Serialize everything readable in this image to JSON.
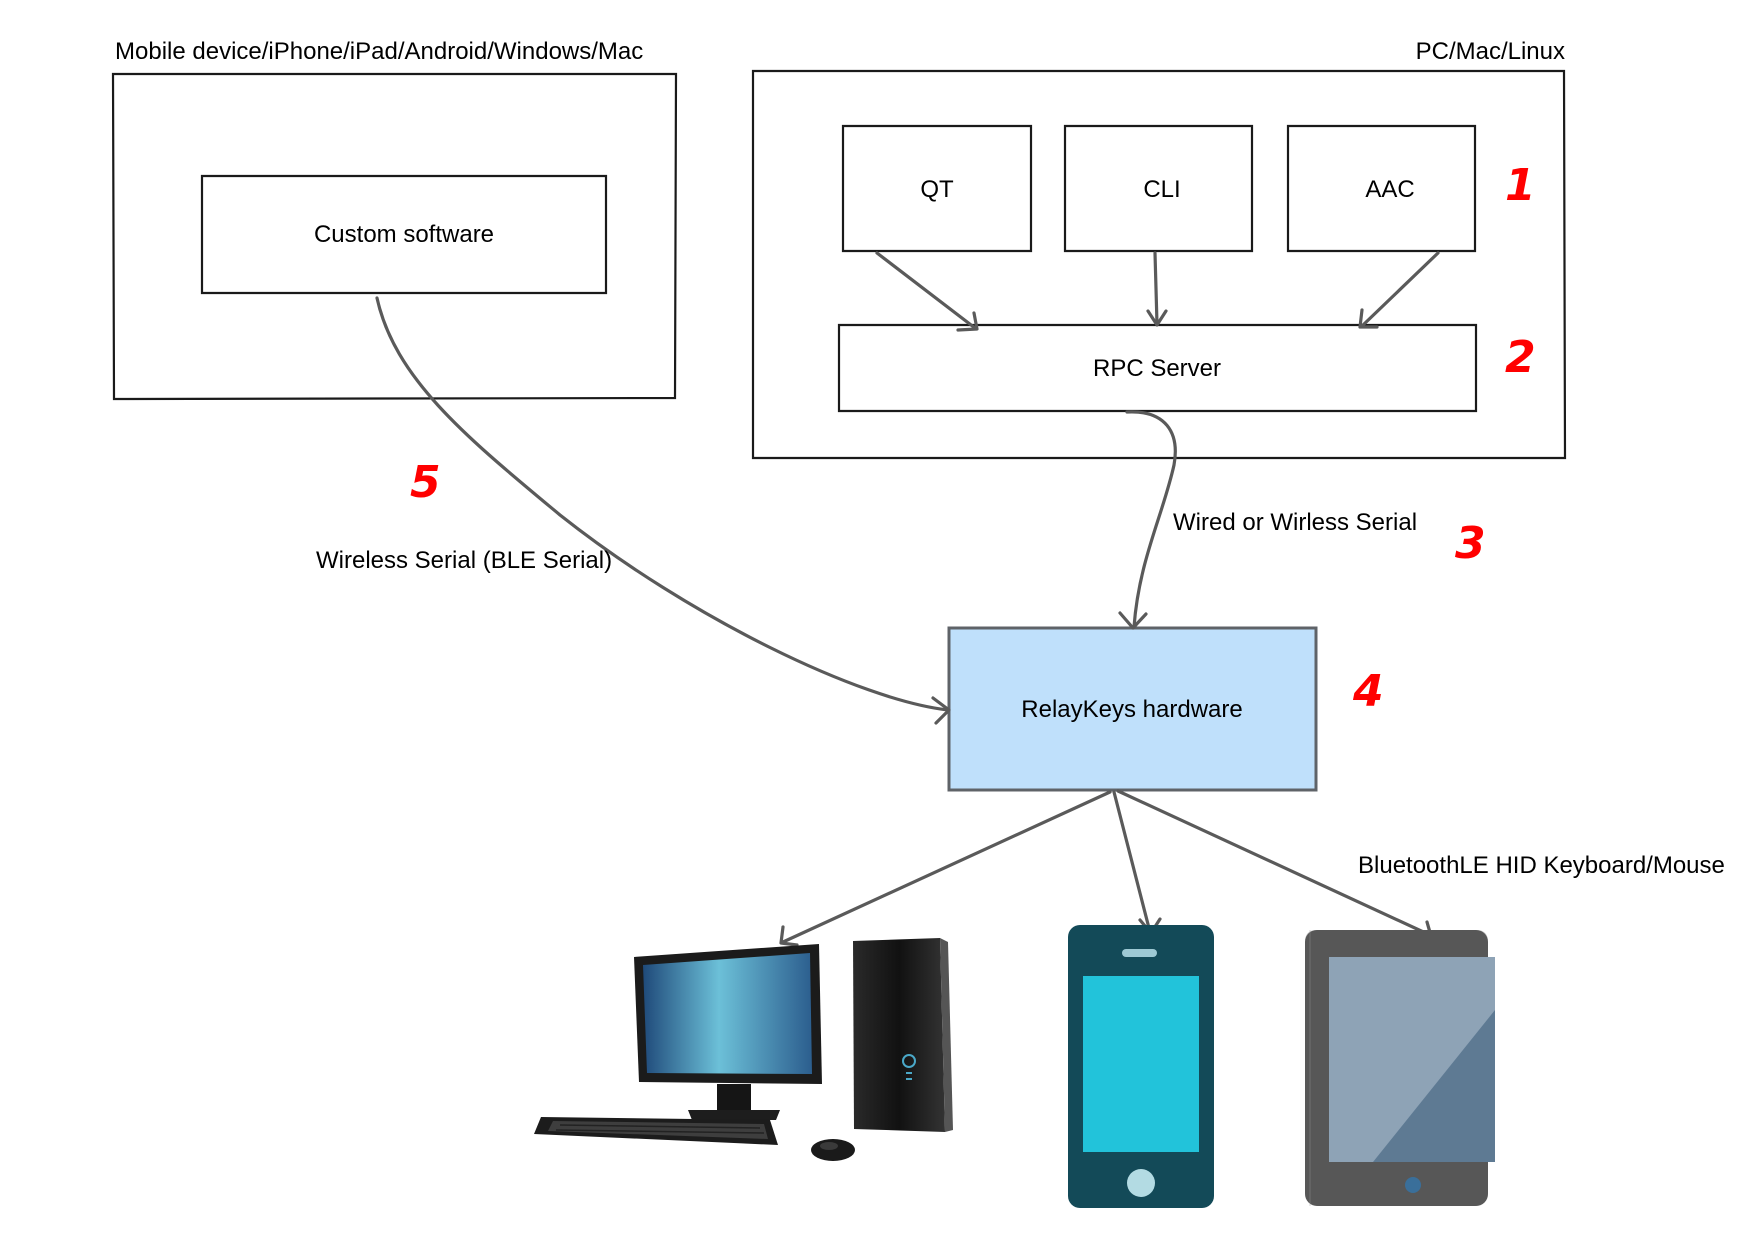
{
  "groups": {
    "mobile": {
      "title": "Mobile device/iPhone/iPad/Android/Windows/Mac"
    },
    "pc": {
      "title": "PC/Mac/Linux"
    }
  },
  "nodes": {
    "custom_software": "Custom software",
    "qt": "QT",
    "cli": "CLI",
    "aac": "AAC",
    "rpc_server": "RPC Server",
    "relaykeys_hardware": "RelayKeys hardware"
  },
  "edge_labels": {
    "wireless_serial_ble": "Wireless Serial (BLE Serial)",
    "wired_or_wireless_serial": "Wired or Wirless Serial",
    "bluetooth_hid": "BluetoothLE HID Keyboard/Mouse"
  },
  "markers": [
    "1",
    "2",
    "3",
    "4",
    "5"
  ],
  "targets": [
    {
      "icon": "desktop-computer-icon"
    },
    {
      "icon": "smartphone-icon"
    },
    {
      "icon": "tablet-icon"
    }
  ],
  "colors": {
    "relaykeys_fill": "#bfe0fb",
    "marker": "#ff0000",
    "connector": "#5a5a5a"
  }
}
